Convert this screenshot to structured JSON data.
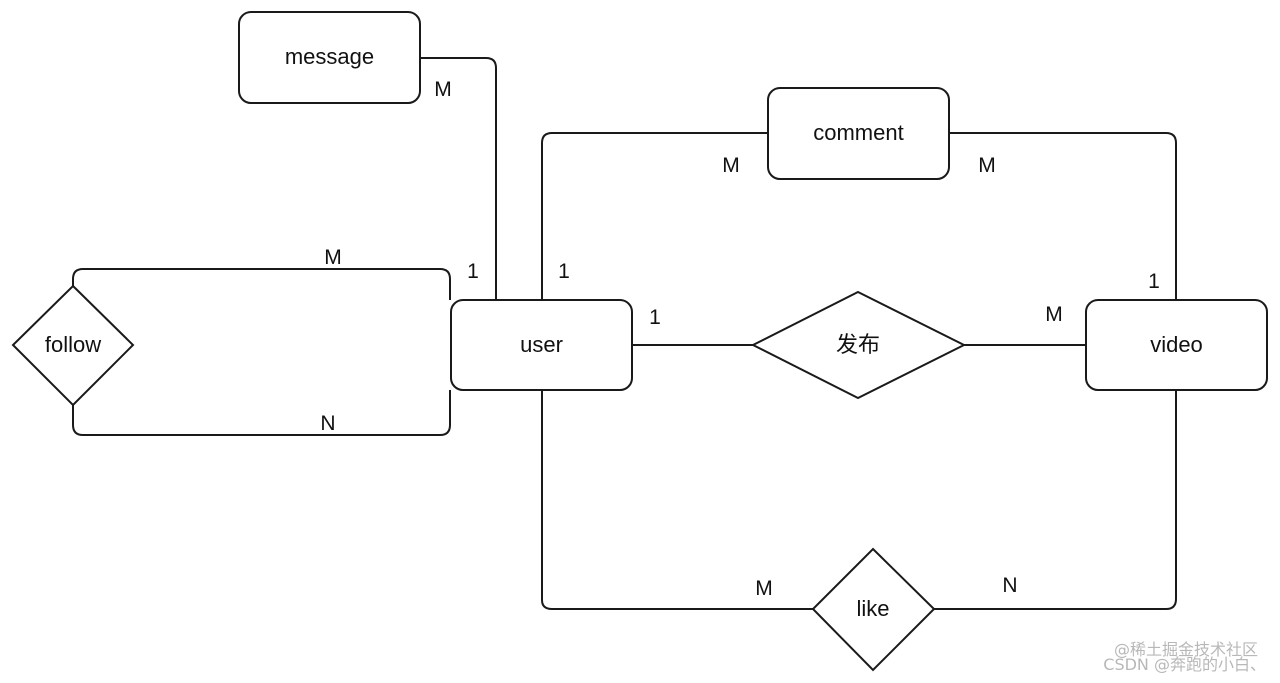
{
  "entities": {
    "message": "message",
    "comment": "comment",
    "user": "user",
    "video": "video"
  },
  "relationships": {
    "follow": "follow",
    "publish": "发布",
    "like": "like"
  },
  "cardinalities": {
    "message_user_m": "M",
    "message_user_1": "1",
    "comment_user_m": "M",
    "comment_video_m": "M",
    "comment_user_1": "1",
    "comment_video_1": "1",
    "follow_m": "M",
    "follow_n": "N",
    "publish_user_1": "1",
    "publish_video_m": "M",
    "like_user_m": "M",
    "like_video_n": "N"
  },
  "watermark": {
    "line1": "@稀土掘金技术社区",
    "line2": "CSDN @奔跑的小白、"
  }
}
